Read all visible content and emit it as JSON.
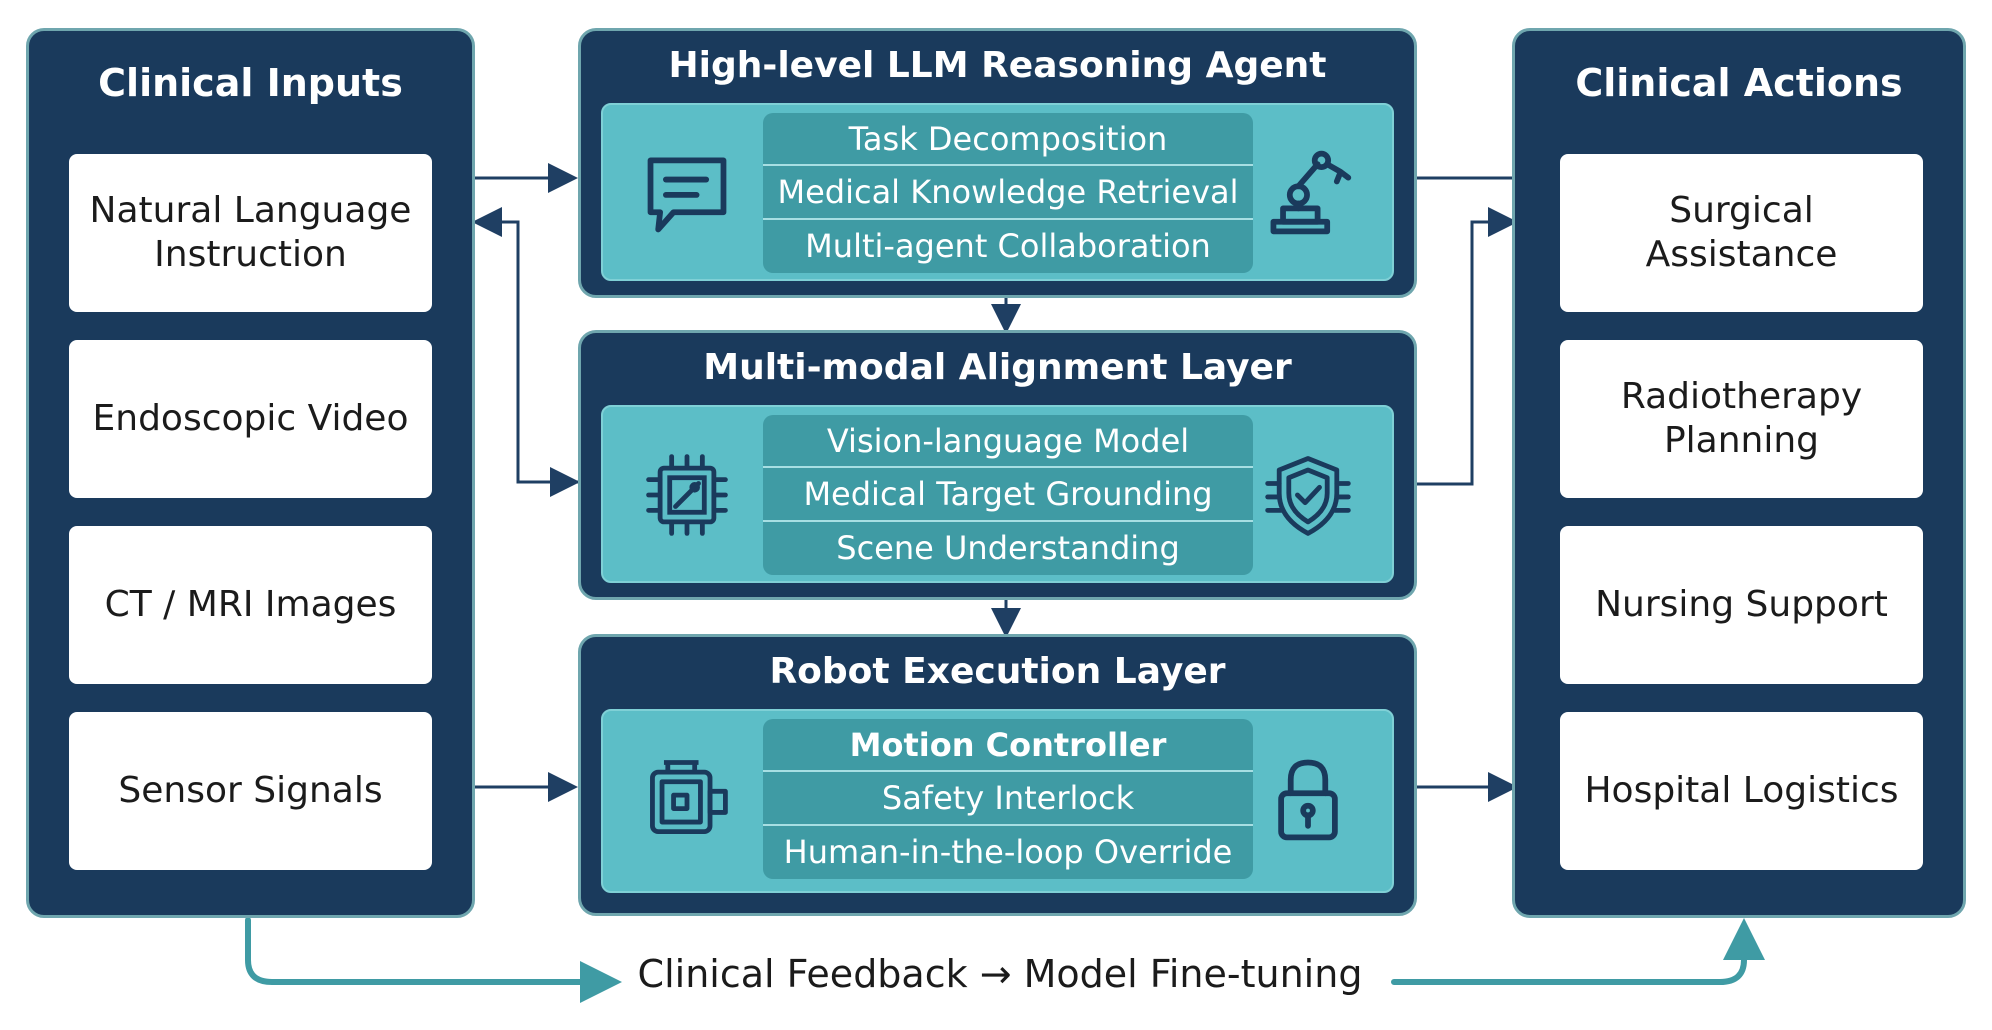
{
  "inputs": {
    "title": "Clinical Inputs",
    "items": [
      "Natural Language Instruction",
      "Endoscopic Video",
      "CT / MRI Images",
      "Sensor Signals"
    ]
  },
  "reasoning": {
    "title": "High-level LLM Reasoning Agent",
    "rows": [
      "Task Decomposition",
      "Medical Knowledge Retrieval",
      "Multi-agent Collaboration"
    ]
  },
  "alignment": {
    "title": "Multi-modal Alignment Layer",
    "rows": [
      "Vision-language Model",
      "Medical Target Grounding",
      "Scene Understanding"
    ]
  },
  "execution": {
    "title": "Robot Execution Layer",
    "rows": [
      "Motion Controller",
      "Safety Interlock",
      "Human-in-the-loop Override"
    ]
  },
  "actions": {
    "title": "Clinical Actions",
    "items": [
      "Surgical Assistance",
      "Radiotherapy Planning",
      "Nursing Support",
      "Hospital Logistics"
    ]
  },
  "footer": {
    "text": "Clinical Feedback → Model Fine-tuning"
  },
  "colors": {
    "navy": "#1a3a5c",
    "teal": "#5cbec7",
    "teal_dark": "#3f9ba4",
    "arrow": "#1f3f63",
    "feedback": "#3f9ba4"
  },
  "icons": {
    "reasoning": [
      "chat-bubble-icon",
      "robot-arm-icon"
    ],
    "alignment": [
      "vision-chip-icon",
      "shield-check-icon"
    ],
    "execution": [
      "motor-icon",
      "padlock-icon"
    ]
  }
}
